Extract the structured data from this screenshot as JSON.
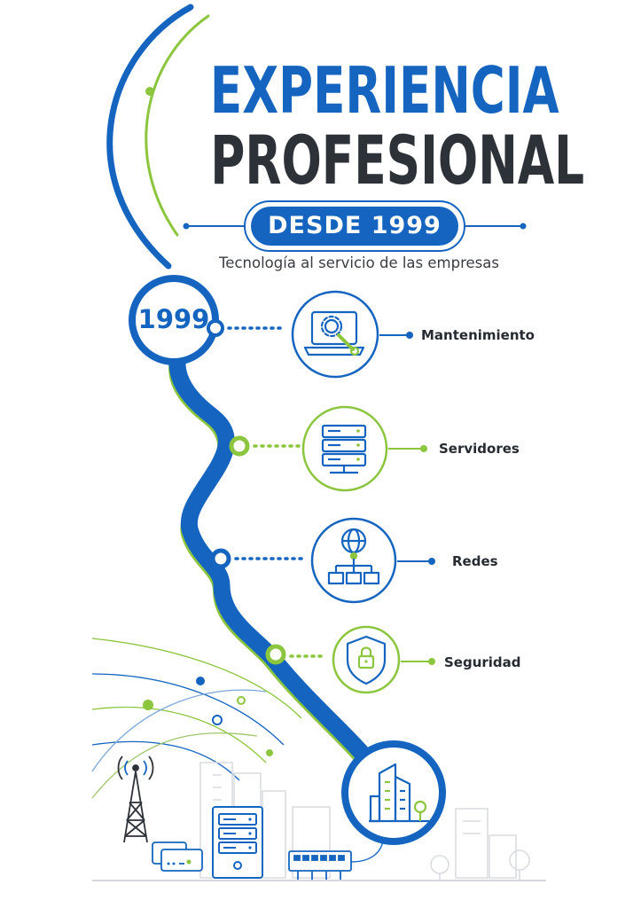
{
  "header": {
    "title_line1": "EXPERIENCIA",
    "title_line2": "PROFESIONAL",
    "since_badge": "DESDE 1999",
    "tagline": "Tecnología al servicio de las empresas"
  },
  "timeline": {
    "start_year": "1999",
    "services": [
      {
        "label": "Mantenimiento",
        "icon": "laptop-gear-wrench-icon"
      },
      {
        "label": "Servidores",
        "icon": "server-rack-icon"
      },
      {
        "label": "Redes",
        "icon": "globe-network-icon"
      },
      {
        "label": "Seguridad",
        "icon": "shield-lock-icon"
      }
    ],
    "end_icon": "city-buildings-icon"
  },
  "colors": {
    "primary_blue": "#1565c0",
    "accent_green": "#8cc63f",
    "dark_text": "#2d3138",
    "light_gray": "#d8dbe0"
  }
}
